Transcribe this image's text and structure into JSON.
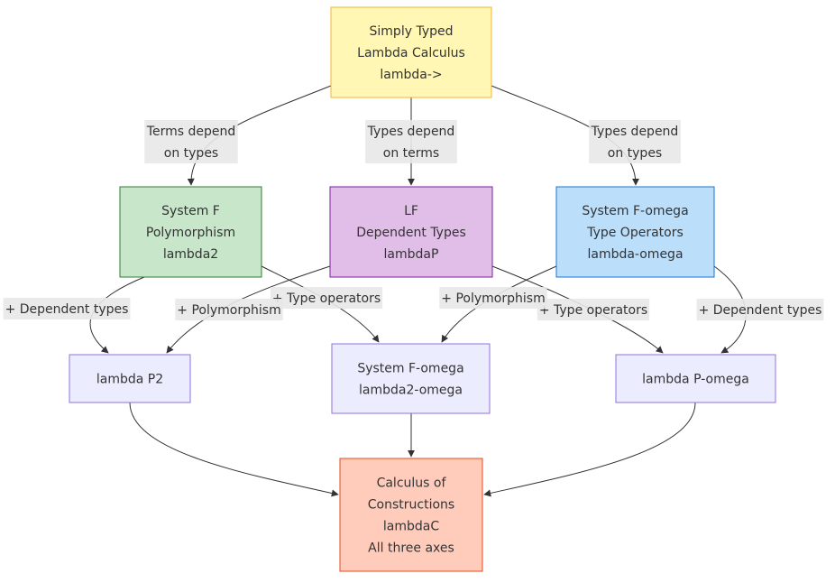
{
  "nodes": [
    {
      "id": "stlc",
      "lines": [
        "Simply Typed",
        "Lambda Calculus",
        "lambda->"
      ],
      "fill": "#fff7b3",
      "stroke": "#f3b432"
    },
    {
      "id": "systemf",
      "lines": [
        "System F",
        "Polymorphism",
        "lambda2"
      ],
      "fill": "#c8e6c9",
      "stroke": "#2e7d32"
    },
    {
      "id": "lf",
      "lines": [
        "LF",
        "Dependent Types",
        "lambdaP"
      ],
      "fill": "#e1bee7",
      "stroke": "#7b1fa2"
    },
    {
      "id": "fomega-ops",
      "lines": [
        "System F-omega",
        "Type Operators",
        "lambda-omega"
      ],
      "fill": "#bbdefb",
      "stroke": "#1976d2"
    },
    {
      "id": "lp2",
      "lines": [
        "lambda P2"
      ],
      "fill": "#ececff",
      "stroke": "#9370db"
    },
    {
      "id": "fomega",
      "lines": [
        "System F-omega",
        "lambda2-omega"
      ],
      "fill": "#ececff",
      "stroke": "#9370db"
    },
    {
      "id": "lpomega",
      "lines": [
        "lambda P-omega"
      ],
      "fill": "#ececff",
      "stroke": "#9370db"
    },
    {
      "id": "coc",
      "lines": [
        "Calculus of",
        "Constructions",
        "lambdaC",
        "All three axes"
      ],
      "fill": "#ffccbc",
      "stroke": "#e64a19"
    }
  ],
  "edges": [
    {
      "from": "stlc",
      "to": "systemf",
      "label": [
        "Terms depend",
        "on types"
      ]
    },
    {
      "from": "stlc",
      "to": "lf",
      "label": [
        "Types depend",
        "on terms"
      ]
    },
    {
      "from": "stlc",
      "to": "fomega-ops",
      "label": [
        "Types depend",
        "on types"
      ]
    },
    {
      "from": "systemf",
      "to": "lp2",
      "label": [
        "+ Dependent types"
      ]
    },
    {
      "from": "systemf",
      "to": "fomega",
      "label": [
        "+ Type operators"
      ]
    },
    {
      "from": "lf",
      "to": "lp2",
      "label": [
        "+ Polymorphism"
      ]
    },
    {
      "from": "lf",
      "to": "lpomega",
      "label": [
        "+ Type operators"
      ]
    },
    {
      "from": "fomega-ops",
      "to": "fomega",
      "label": [
        "+ Polymorphism"
      ]
    },
    {
      "from": "fomega-ops",
      "to": "lpomega",
      "label": [
        "+ Dependent types"
      ]
    },
    {
      "from": "lp2",
      "to": "coc",
      "label": []
    },
    {
      "from": "fomega",
      "to": "coc",
      "label": []
    },
    {
      "from": "lpomega",
      "to": "coc",
      "label": []
    }
  ]
}
